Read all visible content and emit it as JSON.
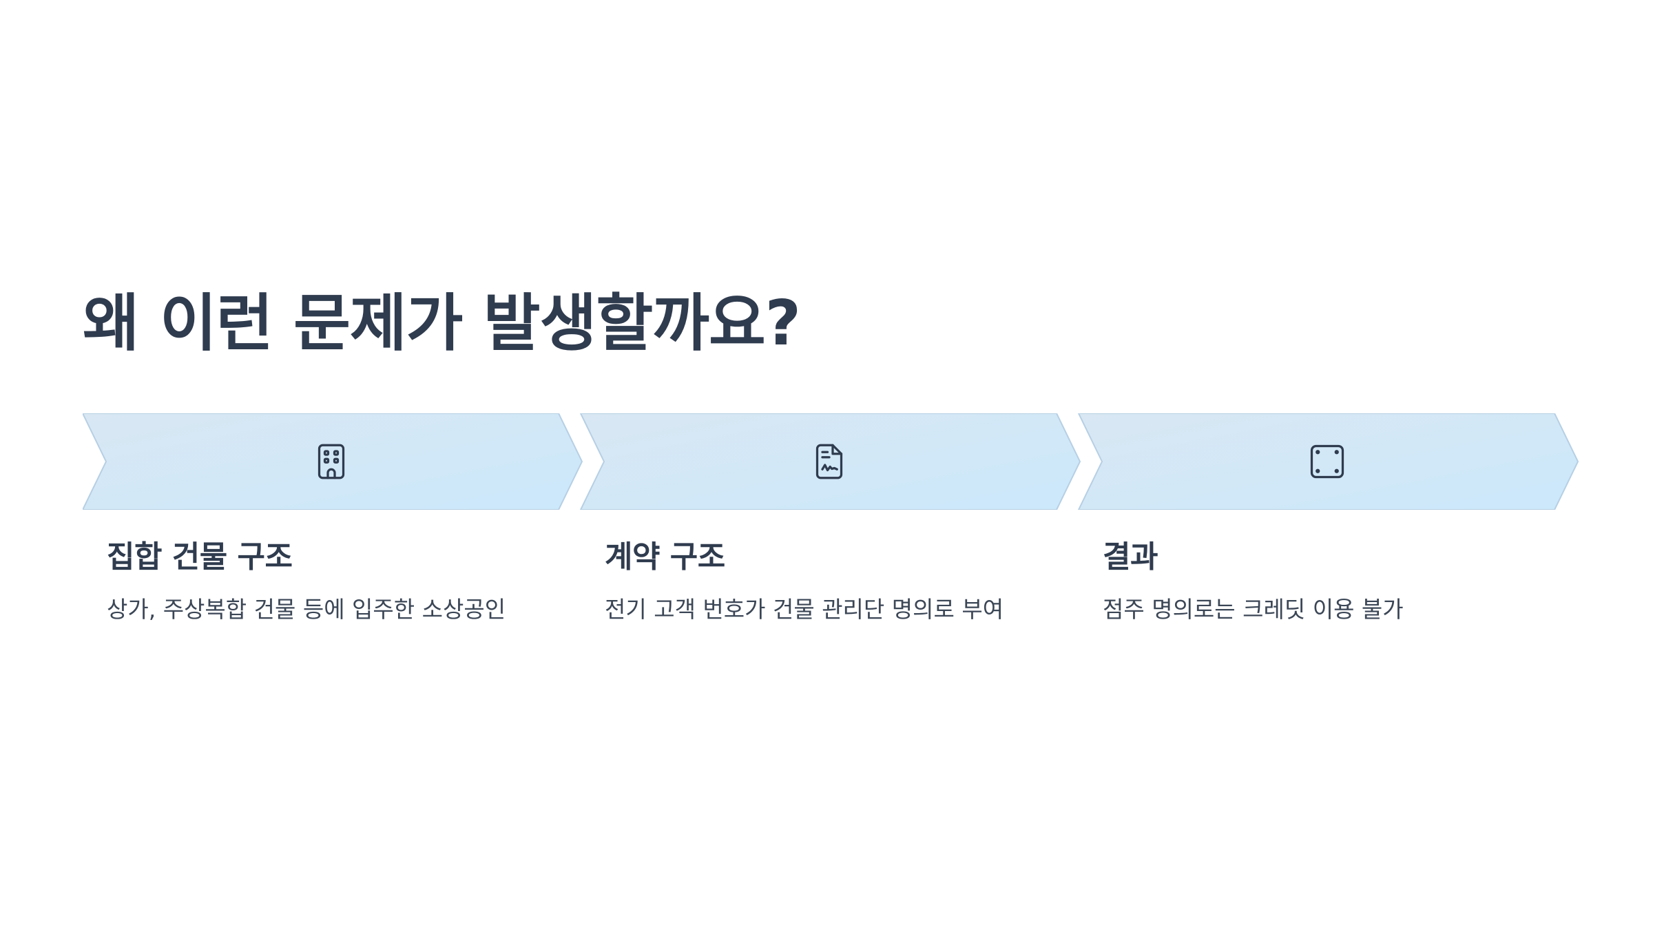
{
  "title": "왜 이런 문제가 발생할까요?",
  "colors": {
    "text_dark": "#2f3b4e",
    "chevron_fill_light": "#d6e8f6",
    "chevron_fill": "#cfe8fa",
    "chevron_stroke": "#b6cfe4"
  },
  "steps": [
    {
      "icon": "building-icon",
      "title": "집합 건물 구조",
      "description": "상가, 주상복합 건물 등에 입주한 소상공인"
    },
    {
      "icon": "document-signature-icon",
      "title": "계약 구조",
      "description": "전기 고객 번호가 건물 관리단 명의로 부여"
    },
    {
      "icon": "frame-corners-icon",
      "title": "결과",
      "description": "점주 명의로는 크레딧 이용 불가"
    }
  ]
}
